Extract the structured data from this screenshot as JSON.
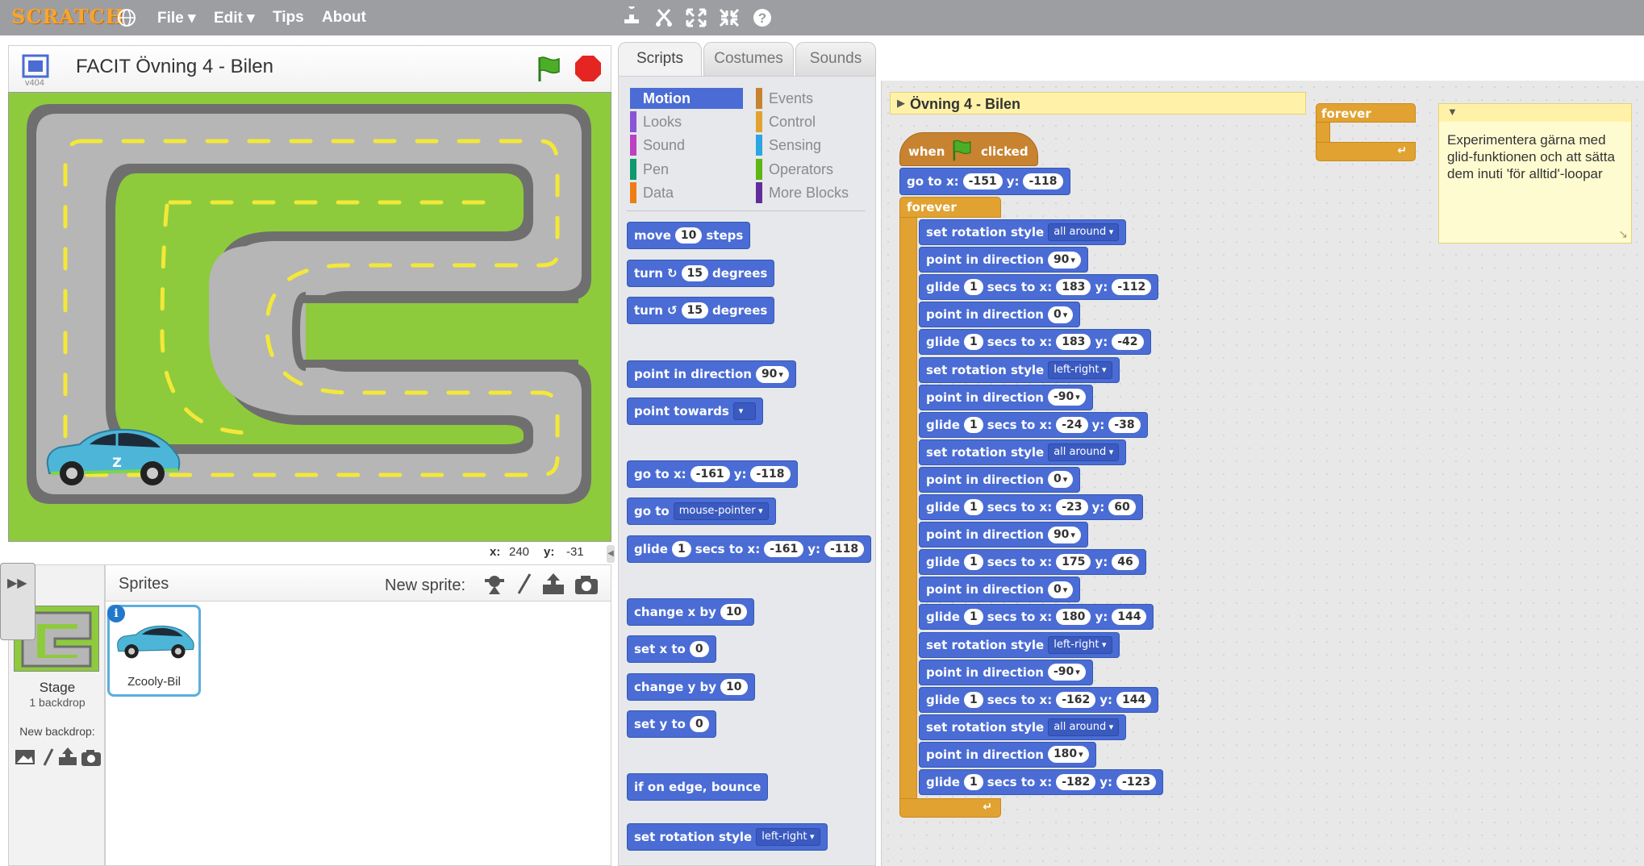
{
  "menu": {
    "logo": "SCRATCH",
    "file": "File ▾",
    "edit": "Edit ▾",
    "tips": "Tips",
    "about": "About"
  },
  "stage": {
    "title": "FACIT Övning 4 - Bilen",
    "version": "v404",
    "car_letter": "Z",
    "x_label": "x:",
    "x_value": "240",
    "y_label": "y:",
    "y_value": "-31"
  },
  "sprites": {
    "header": "Sprites",
    "new_sprite_label": "New sprite:",
    "stage_label": "Stage",
    "backdrop_count": "1 backdrop",
    "new_backdrop_label": "New backdrop:",
    "sprite_name": "Zcooly-Bil",
    "info_glyph": "i"
  },
  "tabs": {
    "scripts": "Scripts",
    "costumes": "Costumes",
    "sounds": "Sounds"
  },
  "categories": {
    "motion": "Motion",
    "looks": "Looks",
    "sound": "Sound",
    "pen": "Pen",
    "data": "Data",
    "events": "Events",
    "control": "Control",
    "sensing": "Sensing",
    "operators": "Operators",
    "more": "More Blocks"
  },
  "colors": {
    "motion": "#4a6cd4",
    "looks": "#8a55d7",
    "sound": "#bb42c3",
    "pen": "#0e9a6c",
    "data": "#ee7d16",
    "events": "#c88330",
    "control": "#e1a231",
    "sensing": "#2ca5e2",
    "operators": "#5cb712",
    "more": "#632d99"
  },
  "palette": {
    "move": "move",
    "steps": "steps",
    "move_val": "10",
    "turn": "turn",
    "degrees": "degrees",
    "turn_val": "15",
    "point_dir": "point in direction",
    "point_dir_val": "90",
    "point_towards": "point towards",
    "goto": "go to x:",
    "y": "y:",
    "goto_x": "-161",
    "goto_y": "-118",
    "goto_target": "go to",
    "mouse": "mouse-pointer",
    "glide": "glide",
    "secs_to_x": "secs to x:",
    "glide_secs": "1",
    "glide_x": "-161",
    "glide_y": "-118",
    "change_x": "change x by",
    "change_x_val": "10",
    "set_x": "set x to",
    "set_x_val": "0",
    "change_y": "change y by",
    "change_y_val": "10",
    "set_y": "set y to",
    "set_y_val": "0",
    "bounce": "if on edge, bounce",
    "rot_style": "set rotation style",
    "rot_val": "left-right"
  },
  "scripts": {
    "comment_title": "Övning 4 - Bilen",
    "when": "when",
    "clicked": "clicked",
    "goto": "go to x:",
    "y": "y:",
    "goto_x": "-151",
    "goto_y": "-118",
    "forever": "forever",
    "loose_forever": "forever",
    "note_text": "Experimentera gärna med glid-funktionen och att sätta dem inuti 'för alltid'-loopar",
    "rot_label": "set rotation style",
    "dir_label": "point in direction",
    "glide_label": "glide",
    "secs_label": "secs to x:",
    "y_label": "y:",
    "lines": [
      {
        "t": "rot",
        "v": "all around"
      },
      {
        "t": "dir",
        "v": "90"
      },
      {
        "t": "glide",
        "s": "1",
        "x": "183",
        "y": "-112"
      },
      {
        "t": "dir",
        "v": "0"
      },
      {
        "t": "glide",
        "s": "1",
        "x": "183",
        "y": "-42"
      },
      {
        "t": "rot",
        "v": "left-right"
      },
      {
        "t": "dir",
        "v": "-90"
      },
      {
        "t": "glide",
        "s": "1",
        "x": "-24",
        "y": "-38"
      },
      {
        "t": "rot",
        "v": "all around"
      },
      {
        "t": "dir",
        "v": "0"
      },
      {
        "t": "glide",
        "s": "1",
        "x": "-23",
        "y": "60"
      },
      {
        "t": "dir",
        "v": "90"
      },
      {
        "t": "glide",
        "s": "1",
        "x": "175",
        "y": "46"
      },
      {
        "t": "dir",
        "v": "0"
      },
      {
        "t": "glide",
        "s": "1",
        "x": "180",
        "y": "144"
      },
      {
        "t": "rot",
        "v": "left-right"
      },
      {
        "t": "dir",
        "v": "-90"
      },
      {
        "t": "glide",
        "s": "1",
        "x": "-162",
        "y": "144"
      },
      {
        "t": "rot",
        "v": "all around"
      },
      {
        "t": "dir",
        "v": "180"
      },
      {
        "t": "glide",
        "s": "1",
        "x": "-182",
        "y": "-123"
      }
    ]
  }
}
